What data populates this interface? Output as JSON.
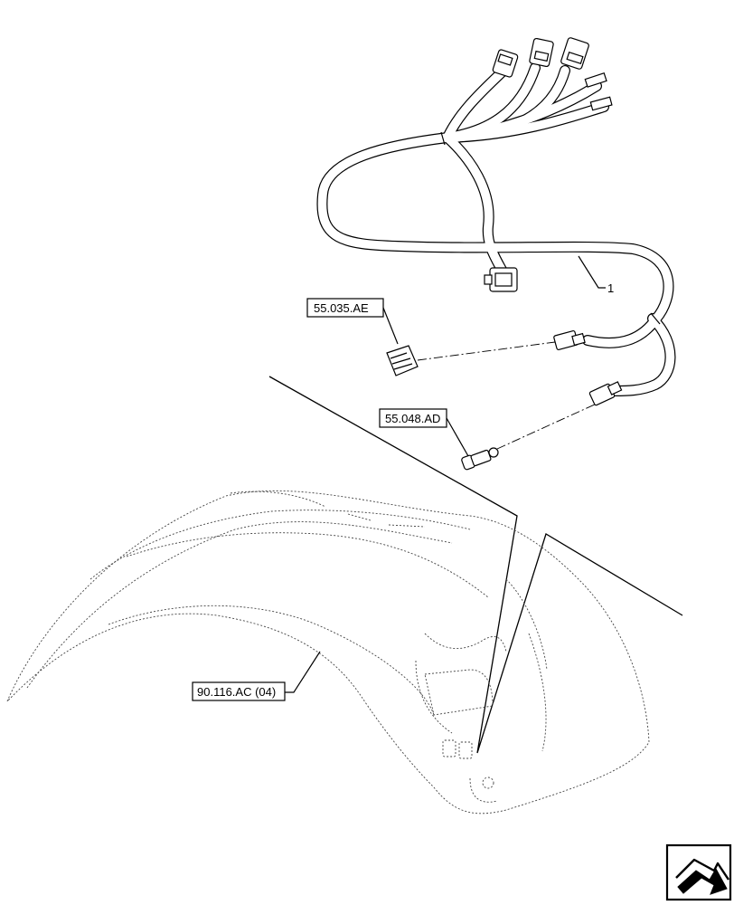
{
  "item_number": "1",
  "callouts": {
    "sensor_connector": "55.035.AE",
    "switch": "55.048.AD",
    "fender": "90.116.AC (04)"
  },
  "nav_icon": "next-page-arrow-icon"
}
